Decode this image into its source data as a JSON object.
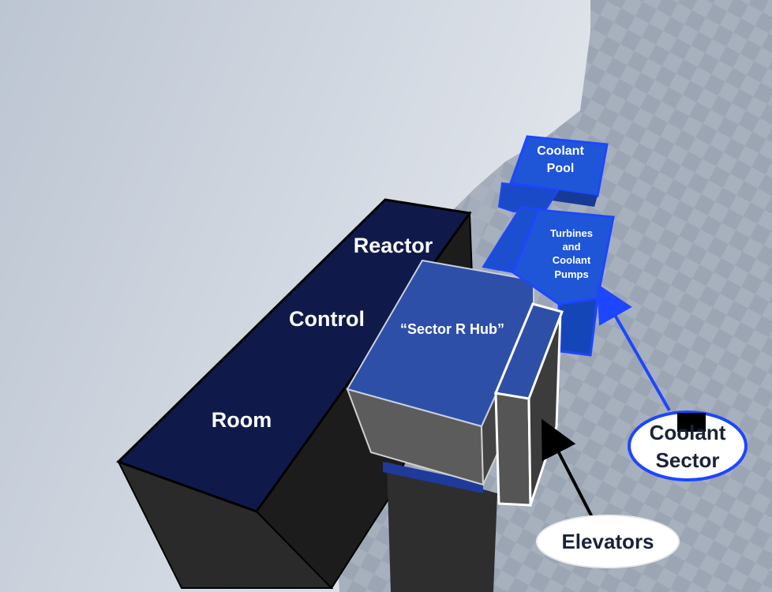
{
  "labels": {
    "reactor_control_room": [
      "Reactor",
      "Control",
      "Room"
    ],
    "sector_r_hub": "“Sector R Hub”",
    "coolant_pool": [
      "Coolant",
      "Pool"
    ],
    "turbines": [
      "Turbines",
      "and",
      "Coolant",
      "Pumps"
    ],
    "elevators": "Elevators",
    "coolant_sector": [
      "Coolant",
      "Sector"
    ]
  },
  "colors": {
    "control_room_top": "#0f1a4a",
    "hub_top": "#2e4fa8",
    "coolant_blue": "#1f56d8",
    "outline_blue": "#1d46ff",
    "elevator_outline": "#ffffff",
    "side_gray": "#5b5b5b",
    "side_dark": "#242424",
    "wall": "#c8d0dc",
    "floor": "#9aa4b2"
  }
}
